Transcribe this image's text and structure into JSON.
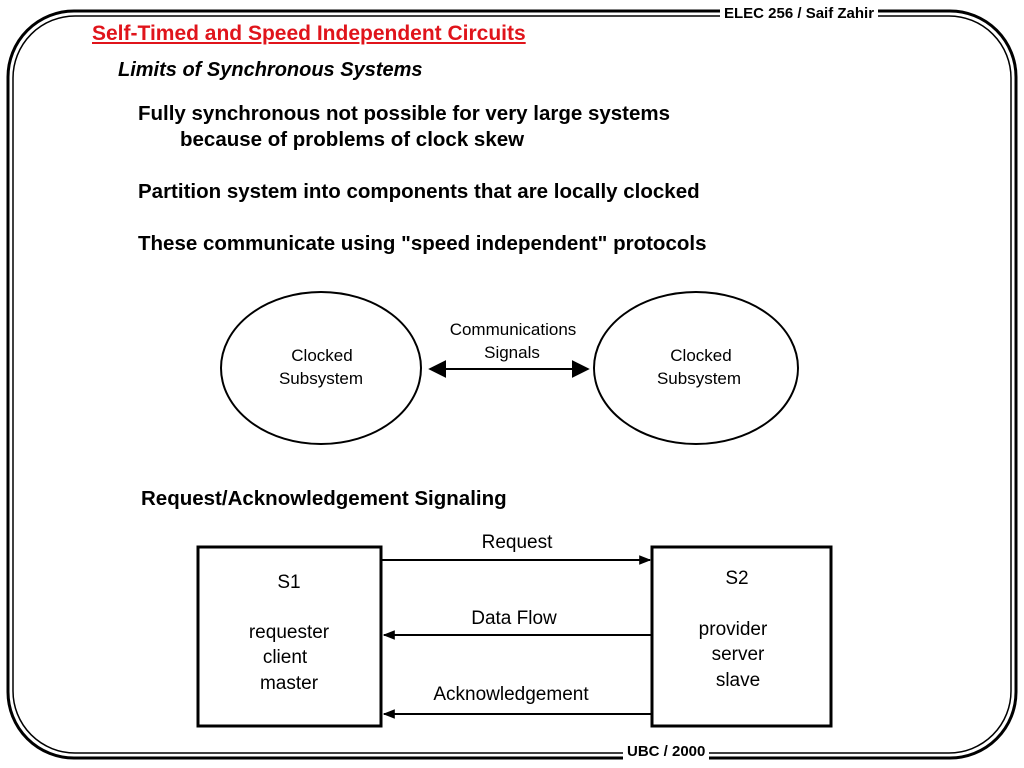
{
  "header": {
    "course": "ELEC 256 / Saif Zahir"
  },
  "footer": {
    "org": "UBC / 2000"
  },
  "slide": {
    "title": "Self-Timed and Speed Independent Circuits",
    "subtitle": "Limits of Synchronous Systems",
    "bullets": [
      {
        "line1": "Fully synchronous not possible for very large systems",
        "line2": "because of problems of clock skew"
      },
      {
        "line1": "Partition system into components that are locally clocked"
      },
      {
        "line1": "These communicate using \"speed independent\" protocols"
      }
    ]
  },
  "diagram1": {
    "left": {
      "line1": "Clocked",
      "line2": "Subsystem"
    },
    "right": {
      "line1": "Clocked",
      "line2": "Subsystem"
    },
    "link": {
      "line1": "Communications",
      "line2": "Signals"
    }
  },
  "section2": {
    "title": "Request/Acknowledgement Signaling"
  },
  "diagram2": {
    "s1": {
      "name": "S1",
      "roles": [
        "requester",
        "client",
        "master"
      ]
    },
    "s2": {
      "name": "S2",
      "roles": [
        "provider",
        "server",
        "slave"
      ]
    },
    "signals": {
      "request": "Request",
      "data": "Data Flow",
      "ack": "Acknowledgement"
    }
  }
}
